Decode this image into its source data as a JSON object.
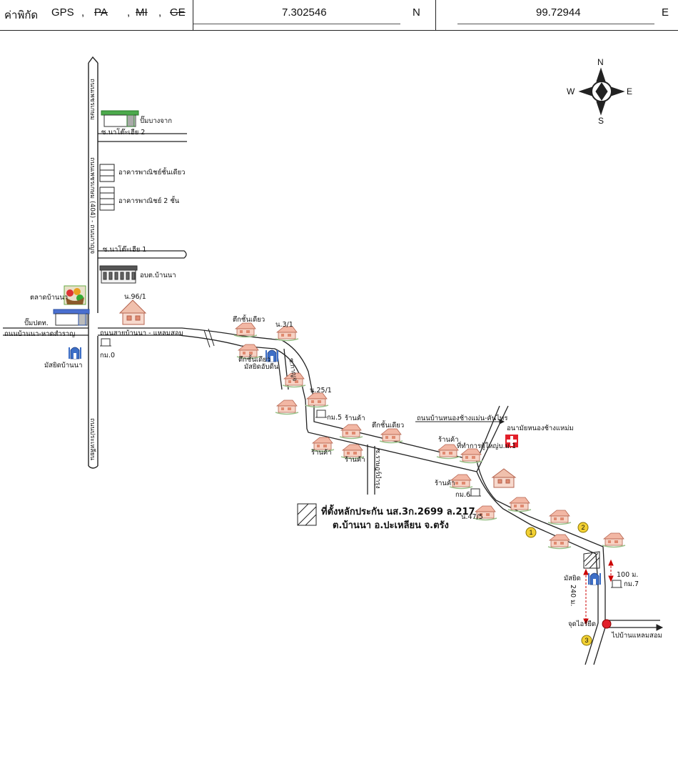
{
  "header": {
    "label": "ค่าพิกัด",
    "gps": "GPS",
    "sep": ",",
    "pa": "PA",
    "mi": "MI",
    "ge": "GE",
    "lat": "7.302546",
    "lat_dir": "N",
    "lon": "99.72944",
    "lon_dir": "E"
  },
  "compass": {
    "n": "N",
    "s": "S",
    "e": "E",
    "w": "W"
  },
  "labels": {
    "pump_bangjak": "ปั๊มบางจาก",
    "soi_nato2": "ซ.นาโต๊ะเฮีย 2",
    "commercial1": "อาคารพาณิชย์ชั้นเดียว",
    "commercial2": "อาคารพาณิชย์ 2 ชั้น",
    "soi_nato1": "ซ.นาโต๊ะเฮีย 1",
    "obt": "อบต.บ้านนา",
    "market": "ตลาดบ้านนา",
    "house961": "น.96/1",
    "pump_ptt": "ปั๊มปตท.",
    "road_west": "ถนนบ้านนา-หาดสำราญ",
    "road_main": "ถนนสายบ้านนา - แหลมสอม",
    "mosque_bannna": "มัสยิดบ้านนา",
    "km0": "กม.0",
    "shophouse1": "ตึกชั้นเดียว",
    "n31": "น.3/1",
    "shophouse2": "ตึกชั้นเดียว",
    "mosque_tambe": "มัสยิดอับดีน",
    "n251": "น.25/1",
    "km5": "กม.5",
    "shop1": "ร้านค้า",
    "shophouse3": "ตึกชั้นเดียว",
    "shop2": "ร้านค้า",
    "shop3": "ร้านค้า",
    "road_nongchang": "ถนนบ้านหนองช้างแม่น-คันไทร",
    "health": "อนามัยหนองช้างแหม่ม",
    "shop4": "ร้านค้า",
    "office": "ที่ทำการผู้ใหญ่บ.ม.1",
    "shop5": "ร้านค้า",
    "km6": "กม.6",
    "n475": "น.47/5",
    "mosque_r": "มัสยิด",
    "dist240": "240 ม.",
    "dist100": "100 ม.",
    "km7": "กม.7",
    "jud": "จุดไอร์ยีด",
    "to_laemsom": "ไปบ้านแหลมสอม",
    "road_rot": "ถนนเพชรเกษม (404) - ถนนกาญจ",
    "road_top": "ถนนเพชรเกษม",
    "road_bot": "ถนนประเหลียน",
    "soi_mid": "ซ.ราษฎร์บำรุง",
    "soi_mid2": "ซ.กาญจ",
    "legend_line1": "ที่ตั้งหลักประกัน นส.3ก.2699 ล.217",
    "legend_line2": "ต.บ้านนา อ.ปะเหลียน จ.ตรัง"
  },
  "markers": [
    "1",
    "2",
    "3"
  ]
}
